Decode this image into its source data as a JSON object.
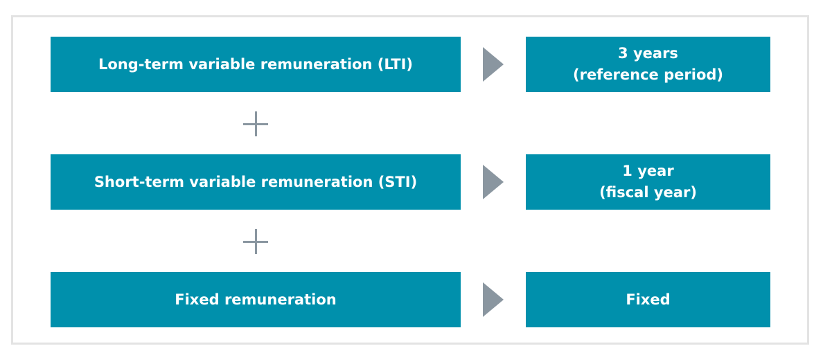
{
  "rows": [
    {
      "component": "Long-term variable remuneration (LTI)",
      "period_line1": "3 years",
      "period_line2": "(reference period)"
    },
    {
      "component": "Short-term variable remuneration (STI)",
      "period_line1": "1 year",
      "period_line2": "(fiscal year)"
    },
    {
      "component": "Fixed remuneration",
      "period_line1": "Fixed",
      "period_line2": ""
    }
  ],
  "colors": {
    "box": "#0090ac",
    "connector": "#8a96a0",
    "frame": "#e3e3e3"
  },
  "icons": {
    "plus": "plus-icon",
    "arrow": "arrow-right-icon"
  }
}
